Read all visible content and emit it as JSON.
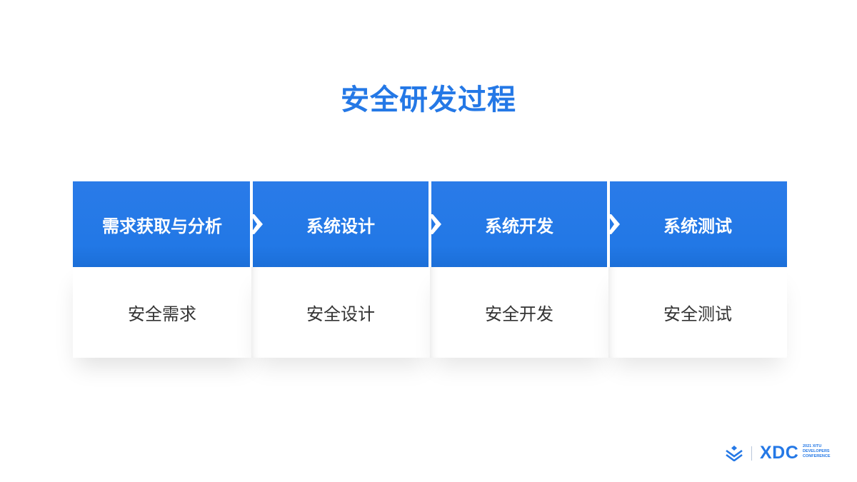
{
  "title": "安全研发过程",
  "steps": [
    {
      "phase": "需求获取与分析",
      "activity": "安全需求"
    },
    {
      "phase": "系统设计",
      "activity": "安全设计"
    },
    {
      "phase": "系统开发",
      "activity": "安全开发"
    },
    {
      "phase": "系统测试",
      "activity": "安全测试"
    }
  ],
  "logo": {
    "name": "XDC",
    "sub_line1": "2021 XITU",
    "sub_line2": "DEVELOPERS",
    "sub_line3": "CONFERENCE",
    "icon": "xitu-logo-icon"
  },
  "colors": {
    "accent": "#2478e6",
    "text": "#333333",
    "background": "#ffffff"
  }
}
